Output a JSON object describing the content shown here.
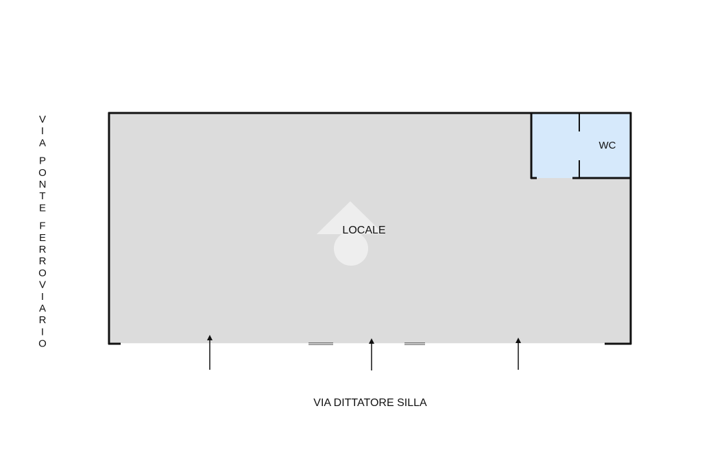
{
  "rooms": {
    "main": {
      "label": "LOCALE"
    },
    "wc": {
      "label": "WC"
    }
  },
  "streets": {
    "left": "VIA PONTE FERROVIARIO",
    "bottom": "VIA DITTATORE SILLA"
  },
  "colors": {
    "floor": "#dcdcdc",
    "wc_floor": "#d6e9fb",
    "wall": "#111111",
    "watermark": "#f2f2f2"
  },
  "icons": {
    "watermark": "house-watermark-icon",
    "entrance": "up-arrow-icon"
  }
}
